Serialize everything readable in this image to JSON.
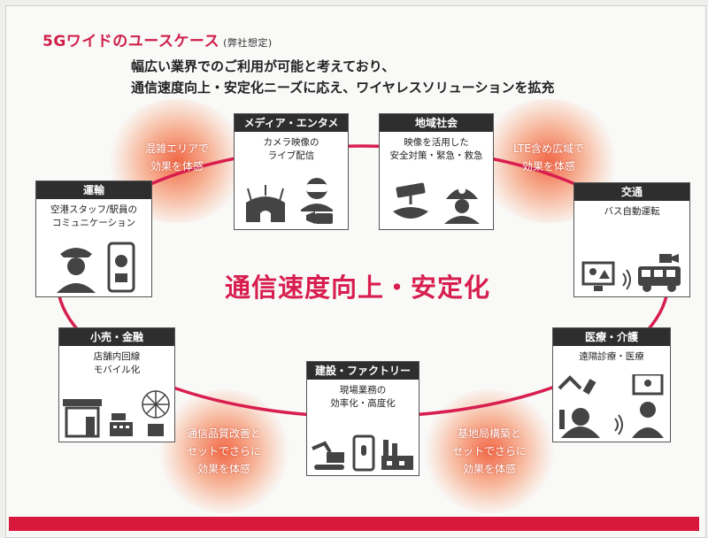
{
  "header": {
    "title": "5Gワイドのユースケース",
    "title_note": "(弊社想定)",
    "subtitle_line1": "幅広い業界でのご利用が可能と考えており、",
    "subtitle_line2": "通信速度向上・安定化ニーズに応え、ワイヤレスソリューションを拡充"
  },
  "center": {
    "label": "通信速度向上・安定化"
  },
  "bubbles": [
    {
      "line1": "混雑エリアで",
      "line2": "効果を体感",
      "line3": ""
    },
    {
      "line1": "LTE含め広域で",
      "line2": "効果を体感",
      "line3": ""
    },
    {
      "line1": "通信品質改善と",
      "line2": "セットでさらに",
      "line3": "効果を体感"
    },
    {
      "line1": "基地局構築と",
      "line2": "セットでさらに",
      "line3": "効果を体感"
    }
  ],
  "cards": {
    "media": {
      "title": "メディア・エンタメ",
      "line1": "カメラ映像の",
      "line2": "ライブ配信"
    },
    "community": {
      "title": "地域社会",
      "line1": "映像を活用した",
      "line2": "安全対策・緊急・救急"
    },
    "transport": {
      "title": "運輸",
      "line1": "空港スタッフ/駅員の",
      "line2": "コミュニケーション"
    },
    "traffic": {
      "title": "交通",
      "line1": "バス自動運転",
      "line2": ""
    },
    "retail": {
      "title": "小売・金融",
      "line1": "店舗内回線",
      "line2": "モバイル化"
    },
    "medical": {
      "title": "医療・介護",
      "line1": "遠隔診療・医療",
      "line2": ""
    },
    "construction": {
      "title": "建設・ファクトリー",
      "line1": "現場業務の",
      "line2": "効率化・高度化"
    }
  },
  "colors": {
    "accent": "#d81e4f",
    "ring": "#d81e4f",
    "card_header": "#2e2e2e"
  },
  "icons": [
    "stadium-icon",
    "vr-headset-person-icon",
    "video-camera-icon",
    "security-camera-icon",
    "rescue-helmet-icon",
    "station-staff-icon",
    "smartphone-call-icon",
    "monitor-icon",
    "wireless-icon",
    "bus-icon",
    "store-icon",
    "cash-register-icon",
    "network-icon",
    "surgical-robot-icon",
    "doctor-icon",
    "patient-icon",
    "excavator-icon",
    "smartphone-mic-icon",
    "factory-icon"
  ]
}
